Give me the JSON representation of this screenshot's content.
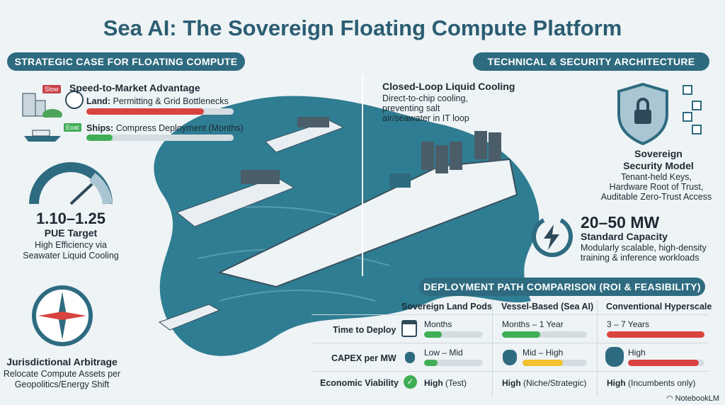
{
  "title": "Sea AI: The Sovereign Floating Compute Platform",
  "left_header": "STRATEGIC CASE FOR FLOATING COMPUTE",
  "right_header": "TECHNICAL & SECURITY ARCHITECTURE",
  "speed": {
    "title": "Speed-to-Market Advantage",
    "slow_sign": "Slow",
    "fast_sign": "Eoat",
    "land_label": "Land:",
    "land_text": "Permitting & Grid Bottlenecks",
    "land_fill": 0.8,
    "ships_label": "Ships:",
    "ships_text": "Compress Deployment (Months)",
    "ships_fill": 0.18
  },
  "pue": {
    "value": "1.10–1.25",
    "label": "PUE Target",
    "desc1": "High Efficiency via",
    "desc2": "Seawater Liquid Cooling"
  },
  "juris": {
    "title": "Jurisdictional Arbitrage",
    "desc1": "Relocate Compute Assets per",
    "desc2": "Geopolitics/Energy Shift"
  },
  "cooling": {
    "title": "Closed-Loop Liquid Cooling",
    "desc1": "Direct-to-chip cooling,",
    "desc2": "preventing salt",
    "desc3": "air/seawater in IT loop"
  },
  "security": {
    "title1": "Sovereign",
    "title2": "Security Model",
    "line1": "Tenant-held Keys,",
    "line2": "Hardware Root of Trust,",
    "line3": "Auditable Zero-Trust Access"
  },
  "capacity": {
    "value": "20–50 MW",
    "label": "Standard Capacity",
    "desc1": "Modularly scalable, high-density",
    "desc2": "training & inference workloads"
  },
  "comparison": {
    "header": "DEPLOYMENT PATH COMPARISON (ROI & FEASIBILITY)",
    "columns": [
      "Sovereign Land Pods",
      "Vessel-Based (Sea AI)",
      "Conventional Hyperscale"
    ],
    "rows": [
      {
        "label": "Time to Deploy",
        "cells": [
          {
            "text": "Months",
            "fill": 0.3,
            "color": "#3fae55"
          },
          {
            "text": "Months – 1 Year",
            "fill": 0.45,
            "color": "#3fae55"
          },
          {
            "text": "3 – 7 Years",
            "fill": 1.0,
            "color": "#d9433f"
          }
        ]
      },
      {
        "label": "CAPEX per MW",
        "cells": [
          {
            "text": "Low – Mid",
            "fill": 0.23,
            "color": "#3fae55"
          },
          {
            "text": "Mid – High",
            "fill": 0.63,
            "color": "#f2c12e"
          },
          {
            "text": "High",
            "fill": 0.93,
            "color": "#d9433f"
          }
        ]
      },
      {
        "label": "Economic Viability",
        "cells": [
          {
            "bold": "High",
            "text": "(Test)"
          },
          {
            "bold": "High",
            "text": "(Niche/Strategic)"
          },
          {
            "bold": "High",
            "text": "(Incumbents only)"
          }
        ]
      }
    ]
  },
  "brand": "NotebookLM",
  "colors": {
    "teal": "#2e6b80",
    "red": "#d9433f",
    "green": "#3fae55",
    "yellow": "#f2c12e"
  }
}
